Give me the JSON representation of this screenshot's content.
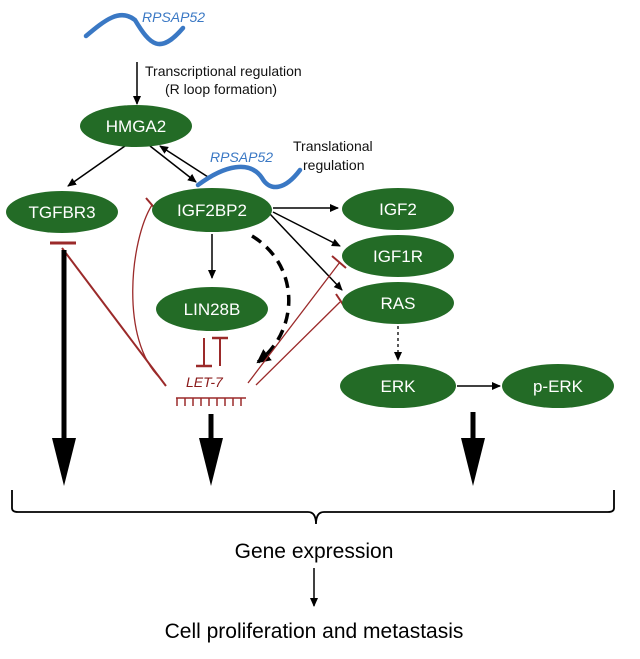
{
  "colors": {
    "node_fill": "#236b26",
    "rna_blue": "#3a78c4",
    "inhibit_red": "#9b2a2a",
    "arrow_black": "#000000"
  },
  "rna": {
    "top_label": "RPSAP52",
    "mid_label": "RPSAP52"
  },
  "labels": {
    "transcriptional_line1": "Transcriptional regulation",
    "transcriptional_line2": "(R loop formation)",
    "translational_line1": "Translational",
    "translational_line2": "regulation",
    "let7": "LET-7",
    "gene_expression": "Gene expression",
    "outcome": "Cell proliferation and metastasis"
  },
  "nodes": {
    "hmga2": "HMGA2",
    "tgfbr3": "TGFBR3",
    "igf2bp2": "IGF2BP2",
    "igf2": "IGF2",
    "igf1r": "IGF1R",
    "lin28b": "LIN28B",
    "ras": "RAS",
    "erk": "ERK",
    "p_erk": "p-ERK"
  }
}
